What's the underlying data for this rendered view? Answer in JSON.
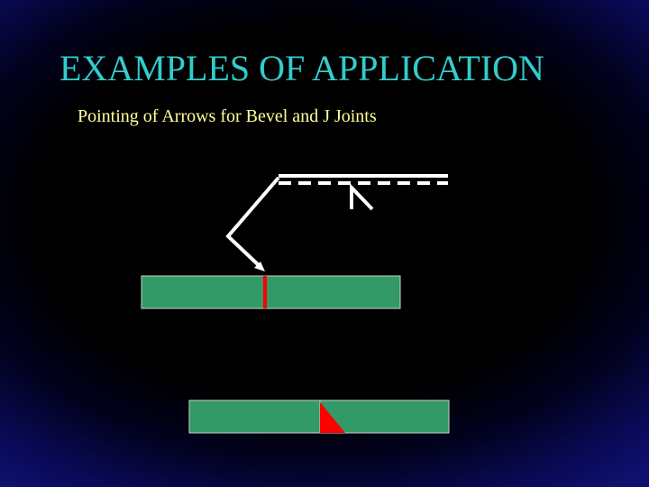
{
  "slide": {
    "title": "EXAMPLES OF APPLICATION",
    "subtitle": "Pointing of Arrows for Bevel and J Joints"
  },
  "colors": {
    "title": "#33cccc",
    "subtitle": "#ffff99",
    "plate": "#339966",
    "joint": "#ff0000",
    "lines": "#ffffff"
  },
  "icons": {
    "reference_line": "welding-reference-line",
    "arrow": "welding-arrow-leader",
    "bevel_symbol": "bevel-groove-weld-symbol"
  }
}
